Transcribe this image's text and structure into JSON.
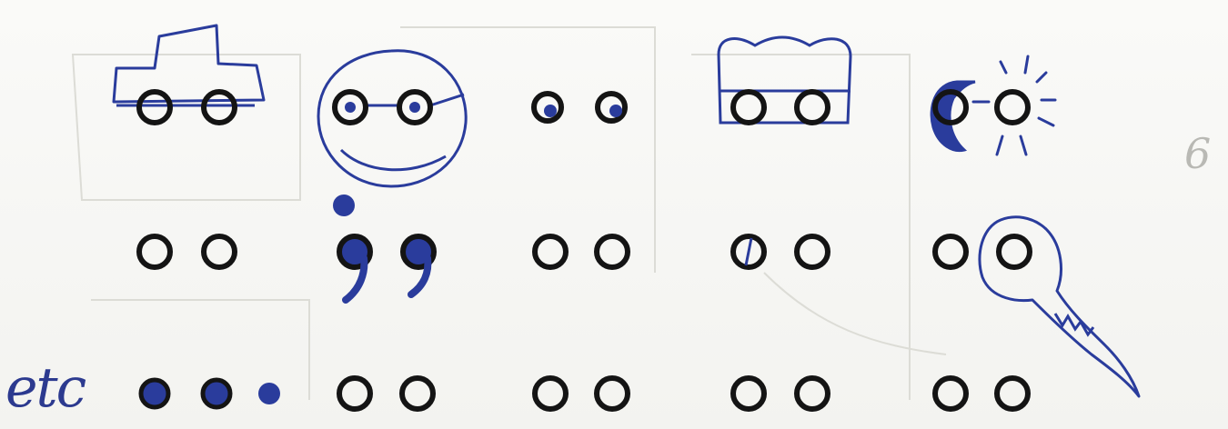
{
  "page": {
    "annotation": "etc",
    "page_number": "6"
  },
  "colors": {
    "pen_black": "#141414",
    "pen_blue": "#2a3c9c",
    "paper": "#f6f6f3",
    "pencil": "#b9b9b4"
  },
  "grid": {
    "rows": [
      {
        "row": 1,
        "pairs": [
          {
            "col": 1,
            "drawing": "car-doodle"
          },
          {
            "col": 2,
            "drawing": "smiley-face-doodle"
          },
          {
            "col": 3,
            "drawing": "eyes-doodle"
          },
          {
            "col": 4,
            "drawing": "wagon-doodle"
          },
          {
            "col": 5,
            "drawing": "moon-and-sun-doodle"
          }
        ]
      },
      {
        "row": 2,
        "pairs": [
          {
            "col": 1,
            "drawing": "none"
          },
          {
            "col": 2,
            "drawing": "quotation-marks-doodle"
          },
          {
            "col": 3,
            "drawing": "none"
          },
          {
            "col": 4,
            "drawing": "marked-circle"
          },
          {
            "col": 5,
            "drawing": "key-doodle"
          }
        ]
      },
      {
        "row": 3,
        "pairs": [
          {
            "col": 1,
            "drawing": "three-filled-dots"
          },
          {
            "col": 2,
            "drawing": "none"
          },
          {
            "col": 3,
            "drawing": "none"
          },
          {
            "col": 4,
            "drawing": "none"
          },
          {
            "col": 5,
            "drawing": "none"
          }
        ]
      }
    ]
  }
}
